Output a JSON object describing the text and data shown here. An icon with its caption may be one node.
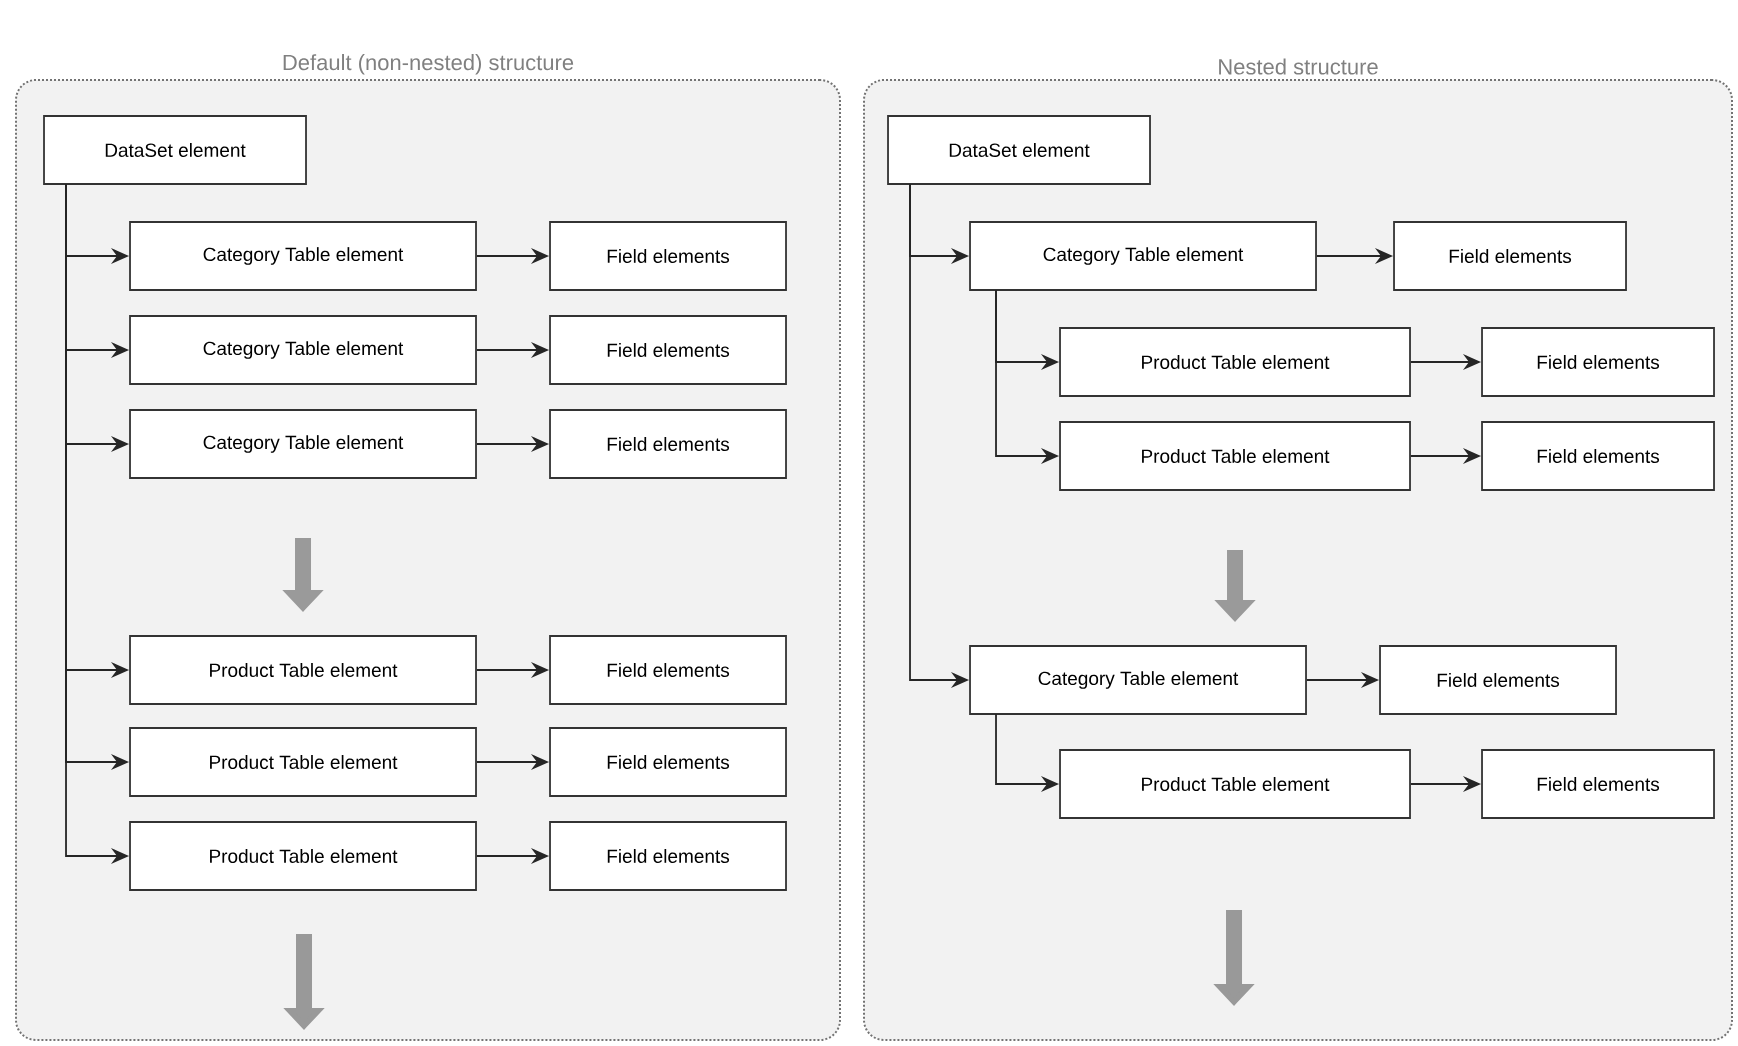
{
  "diagram": {
    "nodes": [
      {
        "text": [
          "Default (non-nested) structure"
        ]
      },
      {
        "text": [
          "Nested structure"
        ]
      },
      {
        "text": [
          "DataSet element"
        ],
        "in": 0
      },
      {
        "text": [
          "Category Table element"
        ],
        "in": 0
      },
      {
        "text": [
          "Field elements"
        ],
        "in": 0
      },
      {
        "text": [
          "Category Table element"
        ],
        "in": 0
      },
      {
        "text": [
          "Field elements"
        ],
        "in": 0
      },
      {
        "text": [
          "Category Table element"
        ],
        "in": 0
      },
      {
        "text": [
          "Field elements"
        ],
        "in": 0
      },
      {
        "text": [
          "Product Table element"
        ],
        "in": 0
      },
      {
        "text": [
          "Field elements"
        ],
        "in": 0
      },
      {
        "text": [
          "Product Table element"
        ],
        "in": 0
      },
      {
        "text": [
          "Field elements"
        ],
        "in": 0
      },
      {
        "text": [
          "Product Table element"
        ],
        "in": 0
      },
      {
        "text": [
          "Field elements"
        ],
        "in": 0
      },
      {
        "text": [
          "DataSet element"
        ],
        "in": 1
      },
      {
        "text": [
          "Category Table element"
        ],
        "in": 1
      },
      {
        "text": [
          "Field elements"
        ],
        "in": 1
      },
      {
        "text": [
          "Product Table element"
        ],
        "in": 1
      },
      {
        "text": [
          "Field elements"
        ],
        "in": 1
      },
      {
        "text": [
          "Product Table element"
        ],
        "in": 1
      },
      {
        "text": [
          "Field elements"
        ],
        "in": 1
      },
      {
        "text": [
          "Category Table element"
        ],
        "in": 1
      },
      {
        "text": [
          "Field elements"
        ],
        "in": 1
      },
      {
        "text": [
          "Product Table element"
        ],
        "in": 1
      },
      {
        "text": [
          "Field elements"
        ],
        "in": 1
      }
    ],
    "edges": [
      {
        "from": 2,
        "to": 3,
        "arrow": "to"
      },
      {
        "from": 2,
        "to": 5,
        "arrow": "to"
      },
      {
        "from": 2,
        "to": 7,
        "arrow": "to"
      },
      {
        "from": 2,
        "to": 9,
        "arrow": "to"
      },
      {
        "from": 2,
        "to": 11,
        "arrow": "to"
      },
      {
        "from": 2,
        "to": 13,
        "arrow": "to"
      },
      {
        "from": 3,
        "to": 4,
        "arrow": "to"
      },
      {
        "from": 5,
        "to": 6,
        "arrow": "to"
      },
      {
        "from": 7,
        "to": 8,
        "arrow": "to"
      },
      {
        "from": 9,
        "to": 10,
        "arrow": "to"
      },
      {
        "from": 11,
        "to": 12,
        "arrow": "to"
      },
      {
        "from": 13,
        "to": 14,
        "arrow": "to"
      },
      {
        "from": 7,
        "to": 9,
        "arrow": "to",
        "style": "thick",
        "color": "#9a9a9a"
      },
      {
        "from": 15,
        "to": 16,
        "arrow": "to"
      },
      {
        "from": 15,
        "to": 22,
        "arrow": "to"
      },
      {
        "from": 16,
        "to": 17,
        "arrow": "to"
      },
      {
        "from": 16,
        "to": 18,
        "arrow": "to"
      },
      {
        "from": 16,
        "to": 20,
        "arrow": "to"
      },
      {
        "from": 18,
        "to": 19,
        "arrow": "to"
      },
      {
        "from": 20,
        "to": 21,
        "arrow": "to"
      },
      {
        "from": 20,
        "to": 22,
        "arrow": "to",
        "style": "thick",
        "color": "#9a9a9a"
      },
      {
        "from": 22,
        "to": 23,
        "arrow": "to"
      },
      {
        "from": 22,
        "to": 24,
        "arrow": "to"
      },
      {
        "from": 24,
        "to": 25,
        "arrow": "to"
      }
    ]
  }
}
